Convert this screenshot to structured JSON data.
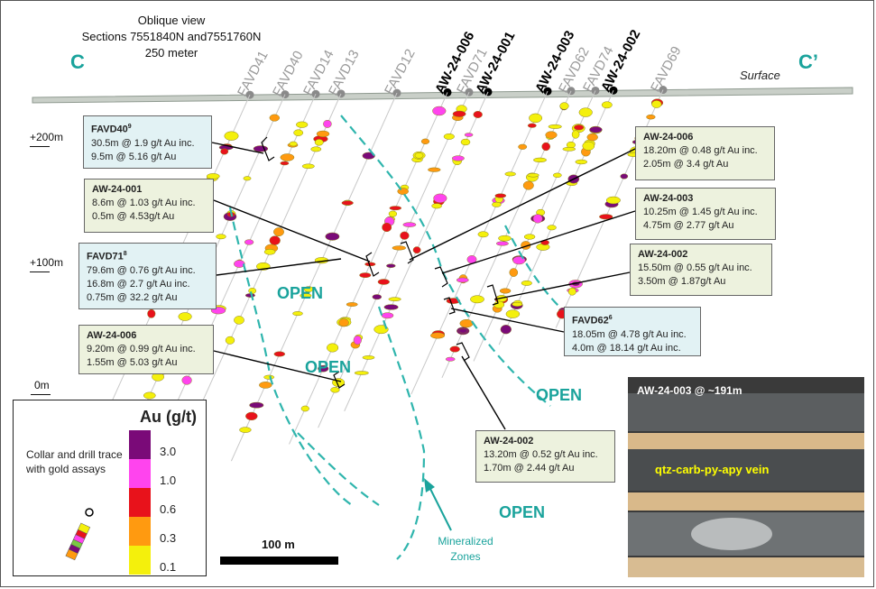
{
  "header": {
    "title_lines": [
      "Oblique view",
      "Sections 7551840N and7551760N",
      "250 meter"
    ],
    "left_letter": "C",
    "right_letter": "C’",
    "surface_label": "Surface"
  },
  "elevation_labels": [
    "+200m",
    "+100m",
    "0m"
  ],
  "holes": [
    {
      "name": "FAVD41",
      "color": "#999999"
    },
    {
      "name": "FAVD40",
      "color": "#999999"
    },
    {
      "name": "FAVD14",
      "color": "#999999"
    },
    {
      "name": "FAVD13",
      "color": "#999999"
    },
    {
      "name": "FAVD12",
      "color": "#999999"
    },
    {
      "name": "AW-24-006",
      "color": "#000000"
    },
    {
      "name": "FAVD71",
      "color": "#999999"
    },
    {
      "name": "AW-24-001",
      "color": "#000000"
    },
    {
      "name": "AW-24-003",
      "color": "#000000"
    },
    {
      "name": "FAVD62",
      "color": "#999999"
    },
    {
      "name": "FAVD74",
      "color": "#999999"
    },
    {
      "name": "AW-24-002",
      "color": "#000000"
    },
    {
      "name": "FAVD69",
      "color": "#999999"
    }
  ],
  "callouts": {
    "favd40": {
      "title": "FAVD40",
      "sup": "9",
      "lines": [
        "30.5m @ 1.9 g/t Au inc.",
        "9.5m @ 5.16 g/t Au"
      ]
    },
    "aw001": {
      "title": "AW-24-001",
      "lines": [
        "8.6m @ 1.03 g/t Au inc.",
        "0.5m @ 4.53g/t Au"
      ]
    },
    "favd71": {
      "title": "FAVD71",
      "sup": "8",
      "lines": [
        "79.6m @ 0.76 g/t Au inc.",
        "16.8m @ 2.7 g/t Au inc.",
        "0.75m @ 32.2 g/t Au"
      ]
    },
    "aw006b": {
      "title": "AW-24-006",
      "lines": [
        "9.20m @ 0.99 g/t Au inc.",
        "1.55m @ 5.03 g/t Au"
      ]
    },
    "aw006a": {
      "title": "AW-24-006",
      "lines": [
        "18.20m @ 0.48 g/t Au inc.",
        "2.05m @ 3.4 g/t Au"
      ]
    },
    "aw003": {
      "title": "AW-24-003",
      "lines": [
        "10.25m @ 1.45 g/t Au inc.",
        "4.75m @ 2.77 g/t Au"
      ]
    },
    "aw002a": {
      "title": "AW-24-002",
      "lines": [
        "15.50m @ 0.55 g/t Au inc.",
        "3.50m @ 1.87g/t Au"
      ]
    },
    "favd62": {
      "title": "FAVD62",
      "sup": "6",
      "lines": [
        "18.05m @ 4.78 g/t Au inc.",
        "4.0m @ 18.14 g/t Au inc."
      ]
    },
    "aw002b": {
      "title": "AW-24-002",
      "lines": [
        "13.20m @ 0.52 g/t Au inc.",
        "1.70m @ 2.44 g/t Au"
      ]
    }
  },
  "open_labels": [
    "OPEN",
    "OPEN",
    "OPEN",
    "OPEN"
  ],
  "mineralized_zones_label": [
    "Mineralized",
    "Zones"
  ],
  "legend": {
    "title": "Au (g/t)",
    "text": "Collar and drill trace with gold assays",
    "scale": [
      {
        "value": "3.0",
        "color": "#7a0a78"
      },
      {
        "value": "1.0",
        "color": "#ff44ee"
      },
      {
        "value": "0.6",
        "color": "#e8121b"
      },
      {
        "value": "0.3",
        "color": "#ff9a10"
      },
      {
        "value": "0.1",
        "color": "#f4f00c"
      }
    ]
  },
  "scale_bar_label": "100 m",
  "photo": {
    "label": "AW-24-003 @ ~191m",
    "vein_label": "qtz-carb-py-apy vein"
  }
}
